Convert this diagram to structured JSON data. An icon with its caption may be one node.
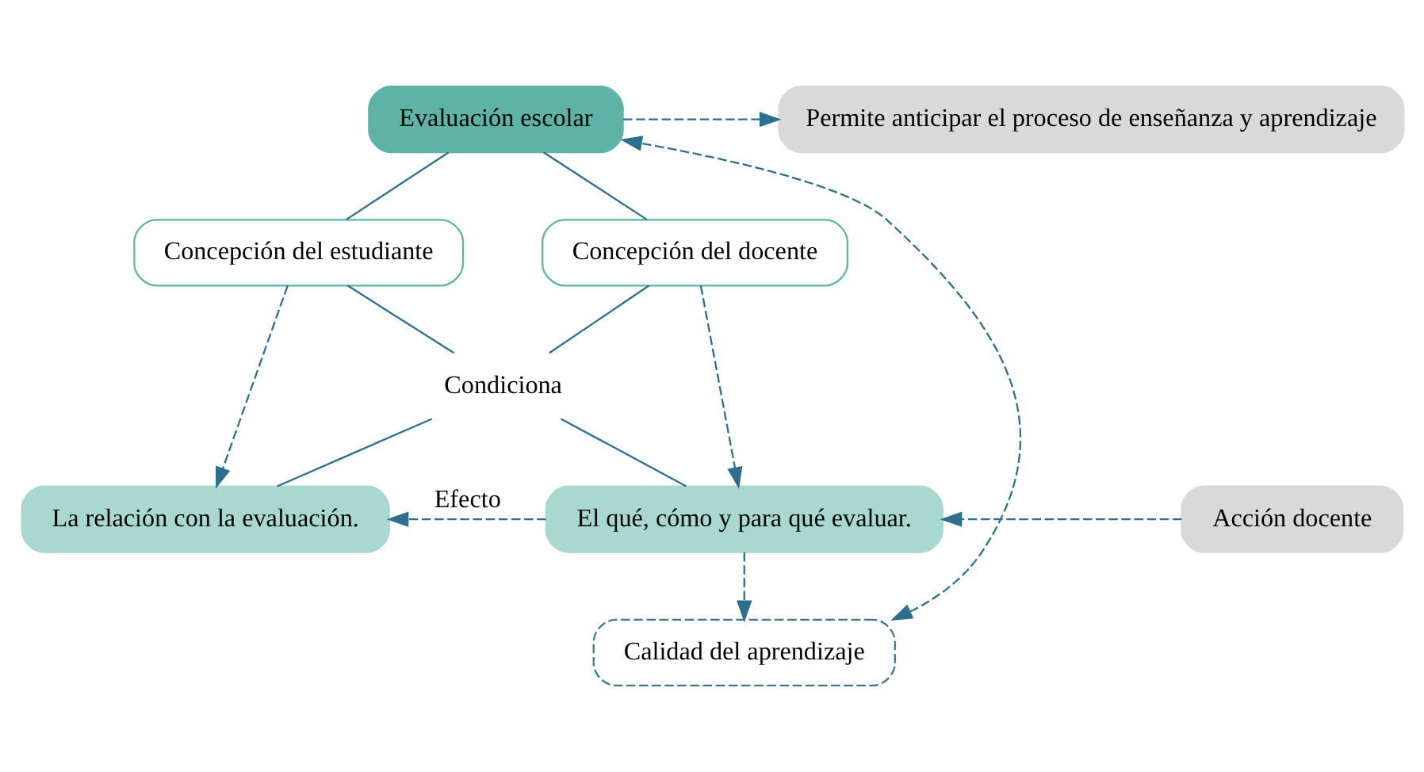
{
  "diagram": {
    "nodes": [
      {
        "text": [
          "Evaluación escolar"
        ]
      },
      {
        "text": [
          "Permite anticipar el proceso de enseñanza y aprendizaje"
        ]
      },
      {
        "text": [
          "Concepción del estudiante"
        ]
      },
      {
        "text": [
          "Concepción del docente"
        ]
      },
      {
        "text": [
          "La relación con la evaluación."
        ]
      },
      {
        "text": [
          "El qué, cómo y para qué evaluar."
        ]
      },
      {
        "text": [
          "Acción docente"
        ]
      },
      {
        "text": [
          "Calidad del aprendizaje"
        ]
      },
      {
        "text": [
          "Condiciona"
        ]
      }
    ],
    "edges": [
      {
        "from": 0,
        "to": 1,
        "arrow": "to",
        "style": "dashed"
      },
      {
        "from": 0,
        "to": 2,
        "arrow": "none"
      },
      {
        "from": 0,
        "to": 3,
        "arrow": "none"
      },
      {
        "from": 2,
        "to": 8,
        "arrow": "none"
      },
      {
        "from": 3,
        "to": 8,
        "arrow": "none"
      },
      {
        "from": 8,
        "to": 4,
        "arrow": "none"
      },
      {
        "from": 8,
        "to": 5,
        "arrow": "none"
      },
      {
        "from": 2,
        "to": 4,
        "arrow": "to",
        "style": "dashed"
      },
      {
        "from": 3,
        "to": 5,
        "arrow": "to",
        "style": "dashed"
      },
      {
        "from": 6,
        "to": 5,
        "arrow": "to",
        "style": "dashed"
      },
      {
        "from": 5,
        "to": 4,
        "arrow": "to",
        "style": "dashed",
        "label": "Efecto"
      },
      {
        "from": 5,
        "to": 7,
        "arrow": "to",
        "style": "dashed"
      },
      {
        "from": 7,
        "to": 0,
        "arrow": "both",
        "style": "dashed"
      }
    ]
  }
}
